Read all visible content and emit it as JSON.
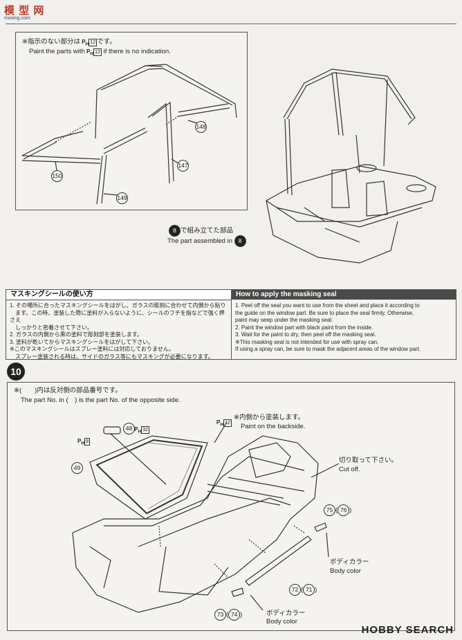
{
  "site": {
    "logo_chars": "模 型 网",
    "logo_sub": "moxing.com"
  },
  "step_rollcage": {
    "note_jp": "※指示のない部分は",
    "note_jp_tail": "です。",
    "note_en": "Paint the parts with",
    "note_en_tail": "if there is no indication.",
    "paint_ref": "12",
    "parts": [
      "148",
      "147",
      "150",
      "149"
    ],
    "assembled_jp": "で組み立てた部品",
    "assembled_en": "The part assembled in",
    "assembled_step": "8"
  },
  "masking_jp": {
    "title": "マスキングシールの使い方",
    "lines": [
      "1. その場所に合ったマスキングシールをはがし、ガラスの彫刻に合わせて内側から貼り",
      "　ます。この時、塗装した際に塗料が入らないように、シールのフチを指などで強く押さえ",
      "　しっかりと密着させて下さい。",
      "2. ガラスの内側から黒の塗料で彫刻部を塗装します。",
      "3. 塗料が乾いてからマスキングシールをはがして下さい。",
      "※このマスキングシールはスプレー塗料には対応しておりません。",
      "　スプレー塗装される時は、サイドのガラス等にもマスキングが必要になります。"
    ]
  },
  "masking_en": {
    "title": "How to apply the masking seal",
    "lines": [
      "1. Peel off the seal you want to use from the sheet and place it according to",
      "    the guide on the window part. Be sure to place the seal firmly. Otherwise,",
      "    paint may seep under the masking seal.",
      "2. Paint the window part with black paint from the inside.",
      "3. Wait for the paint to dry, then peel off the masking seal.",
      "※This masking seal is not intended for use with spray can.",
      "    If using a spray can, be sure to mask the adjacent areas of the window part."
    ]
  },
  "step10": {
    "number": "10",
    "opp_jp": "※(　　)内は反対側の部品番号です。",
    "opp_en": "The part No. in (　) is the part No. of the opposite side.",
    "inside_jp": "※内側から塗装します。",
    "inside_en": "Paint on the backside.",
    "cut_jp": "切り取って下さい。",
    "cut_en": "Cut off.",
    "body_jp": "ボディカラー",
    "body_en": "Body color",
    "labels": {
      "p48": "48",
      "p49": "49",
      "ph8": "8",
      "ph32": "32",
      "ph12": "12",
      "p75": "75",
      "p76": "76",
      "p72": "72",
      "p71": "71",
      "p73": "73",
      "p74": "74"
    }
  },
  "watermark": "HOBBY SEARCH"
}
